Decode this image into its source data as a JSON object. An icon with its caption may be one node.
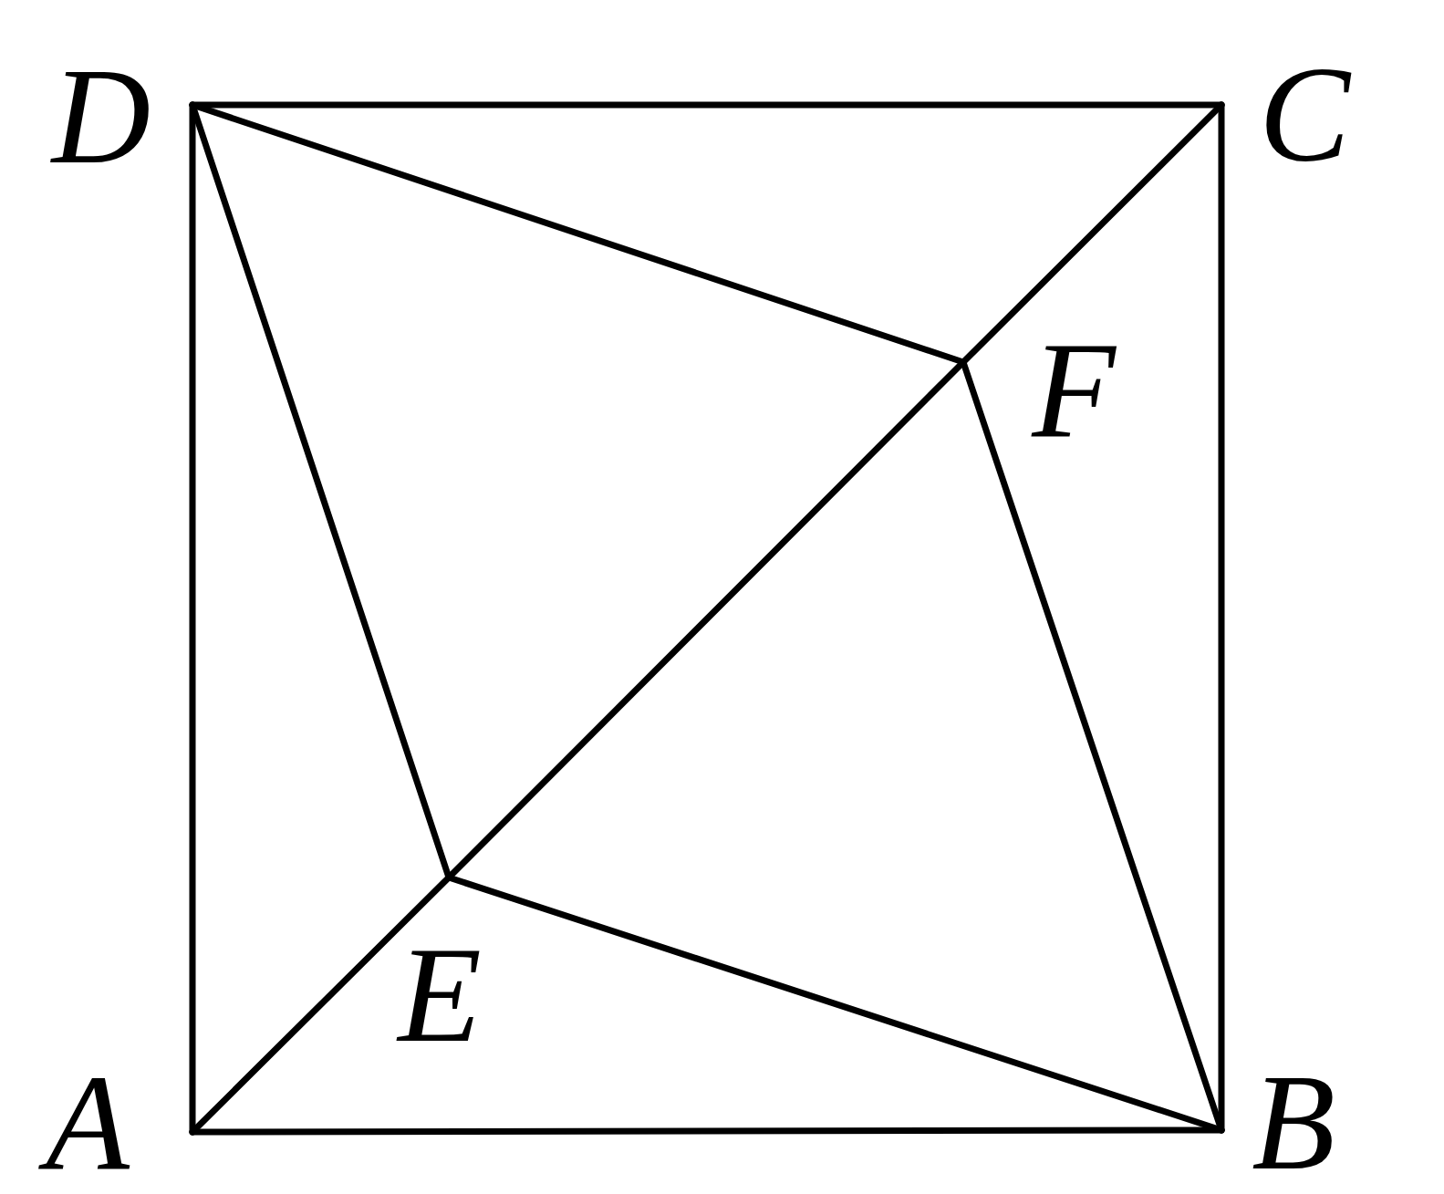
{
  "diagram": {
    "nodes": [
      {
        "text": [
          "D"
        ]
      },
      {
        "text": [
          "C"
        ]
      },
      {
        "text": [
          "F"
        ]
      },
      {
        "text": [
          "E"
        ]
      },
      {
        "text": [
          "A"
        ]
      },
      {
        "text": [
          "B"
        ]
      }
    ],
    "edges": [
      {
        "from": 0,
        "to": 1,
        "arrow": "none"
      },
      {
        "from": 1,
        "to": 5,
        "arrow": "none"
      },
      {
        "from": 5,
        "to": 4,
        "arrow": "none"
      },
      {
        "from": 4,
        "to": 0,
        "arrow": "none"
      },
      {
        "from": 4,
        "to": 3,
        "arrow": "none"
      },
      {
        "from": 3,
        "to": 2,
        "arrow": "none"
      },
      {
        "from": 2,
        "to": 1,
        "arrow": "none"
      },
      {
        "from": 0,
        "to": 2,
        "arrow": "none"
      },
      {
        "from": 0,
        "to": 3,
        "arrow": "none"
      },
      {
        "from": 3,
        "to": 5,
        "arrow": "none"
      },
      {
        "from": 2,
        "to": 5,
        "arrow": "none"
      }
    ]
  }
}
